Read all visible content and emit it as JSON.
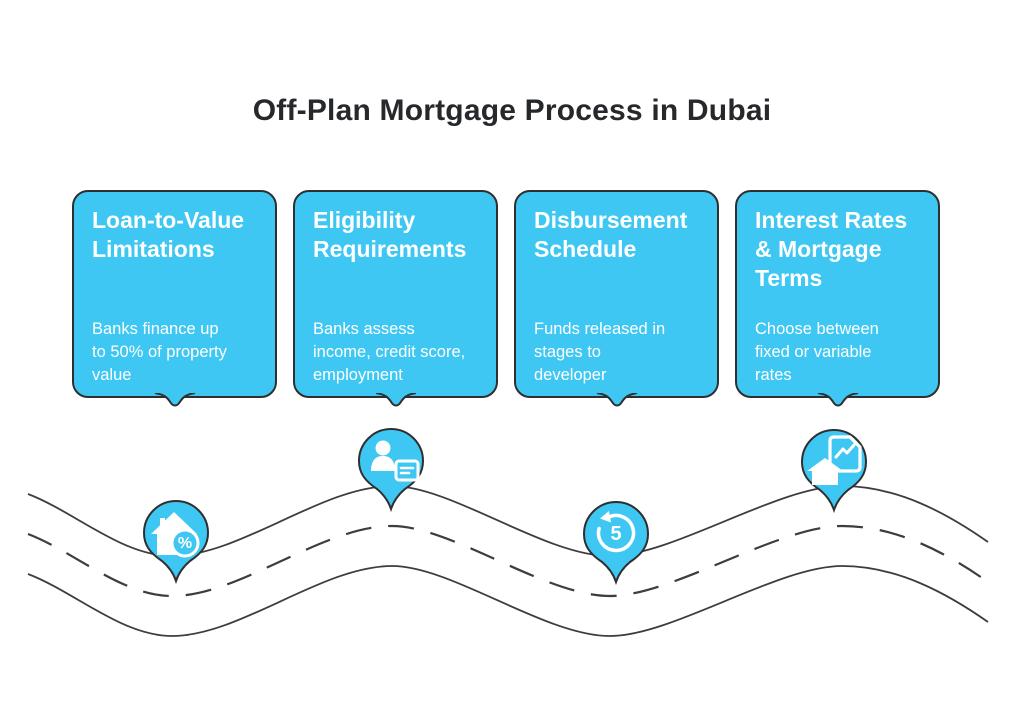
{
  "title": "Off-Plan Mortgage Process in Dubai",
  "colors": {
    "accent_blue": "#3EC7F2",
    "outline_dark": "#2F2F2F",
    "road_line": "#3D3D3D",
    "title_text": "#26282B",
    "card_text": "#FFFFFF"
  },
  "cards": [
    {
      "title_lines": [
        "Loan-to-Value",
        "Limitations"
      ],
      "body_lines": [
        "Banks finance up",
        "to 50% of property",
        "value"
      ],
      "icon": "house-percent-icon",
      "badge": "%"
    },
    {
      "title_lines": [
        "Eligibility",
        "Requirements"
      ],
      "body_lines": [
        "Banks assess",
        "income, credit score,",
        "employment"
      ],
      "icon": "person-document-icon",
      "badge": ""
    },
    {
      "title_lines": [
        "Disbursement",
        "Schedule"
      ],
      "body_lines": [
        "Funds released in",
        "stages to",
        "developer"
      ],
      "icon": "clock-history-icon",
      "badge": "5"
    },
    {
      "title_lines": [
        "Interest Rates",
        "& Mortgage",
        "Terms"
      ],
      "body_lines": [
        "Choose between",
        "fixed or variable",
        "rates"
      ],
      "icon": "house-chart-icon",
      "badge": ""
    }
  ]
}
